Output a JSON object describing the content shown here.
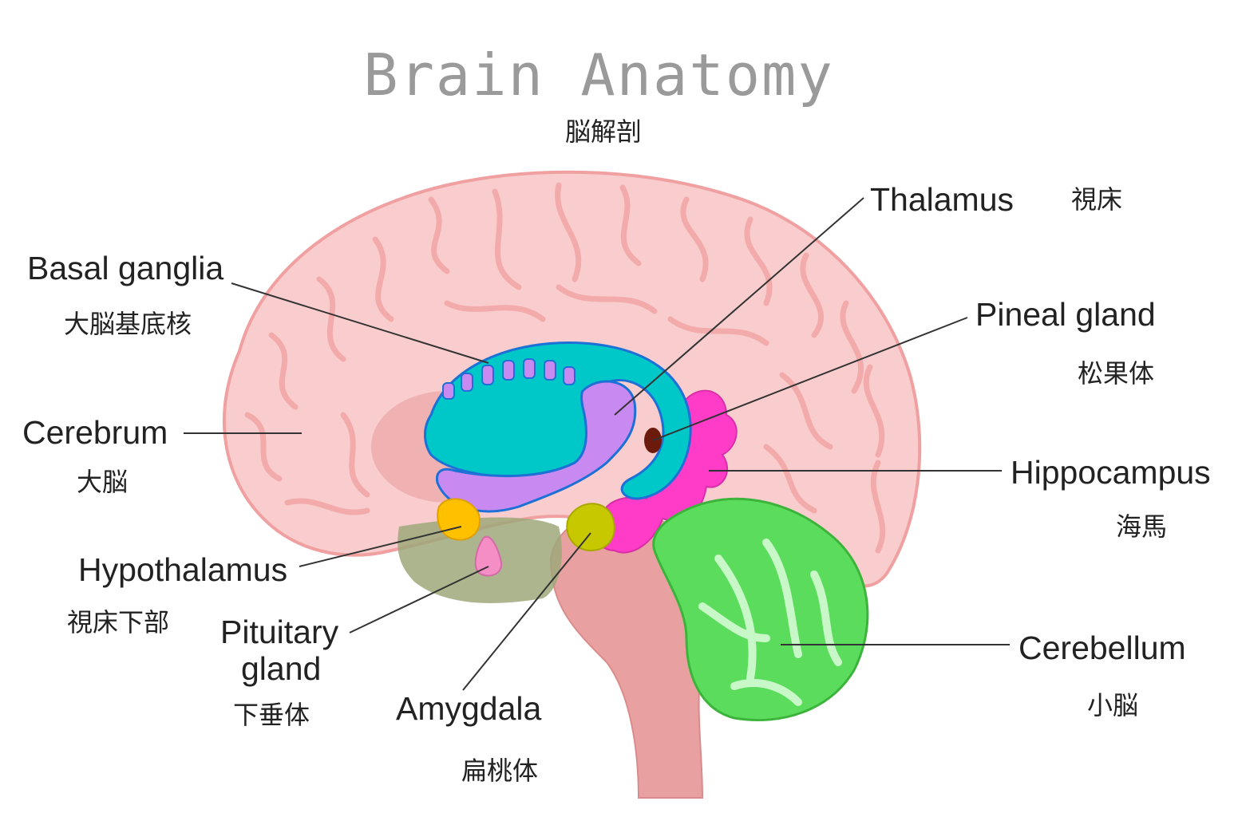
{
  "title": "Brain Anatomy",
  "subtitle": "脳解剖",
  "colors": {
    "cerebrum": "#f9cdcd",
    "cerebrum_outline": "#f0a0a0",
    "gyri": "#f3aaaa",
    "basal_ganglia": "#00c8c8",
    "thalamus": "#c88af0",
    "hippocampus": "#ff3cc8",
    "pineal_gland": "#6b1a0c",
    "hypothalamus": "#ffc000",
    "pituitary_gland": "#f58ec4",
    "amygdala": "#c8c800",
    "cerebellum": "#5cdc5c",
    "brainstem": "#e8a0a0",
    "midbrain_region": "#9ea87a"
  },
  "labels": {
    "thalamus": {
      "en": "Thalamus",
      "ja": "視床"
    },
    "basal_ganglia": {
      "en": "Basal ganglia",
      "ja": "大脳基底核"
    },
    "pineal_gland": {
      "en": "Pineal gland",
      "ja": "松果体"
    },
    "cerebrum": {
      "en": "Cerebrum",
      "ja": "大脳"
    },
    "hippocampus": {
      "en": "Hippocampus",
      "ja": "海馬"
    },
    "hypothalamus": {
      "en": "Hypothalamus",
      "ja": "視床下部"
    },
    "pituitary_gland": {
      "en_line1": "Pituitary",
      "en_line2": "gland",
      "ja": "下垂体"
    },
    "amygdala": {
      "en": "Amygdala",
      "ja": "扁桃体"
    },
    "cerebellum": {
      "en": "Cerebellum",
      "ja": "小脳"
    }
  }
}
